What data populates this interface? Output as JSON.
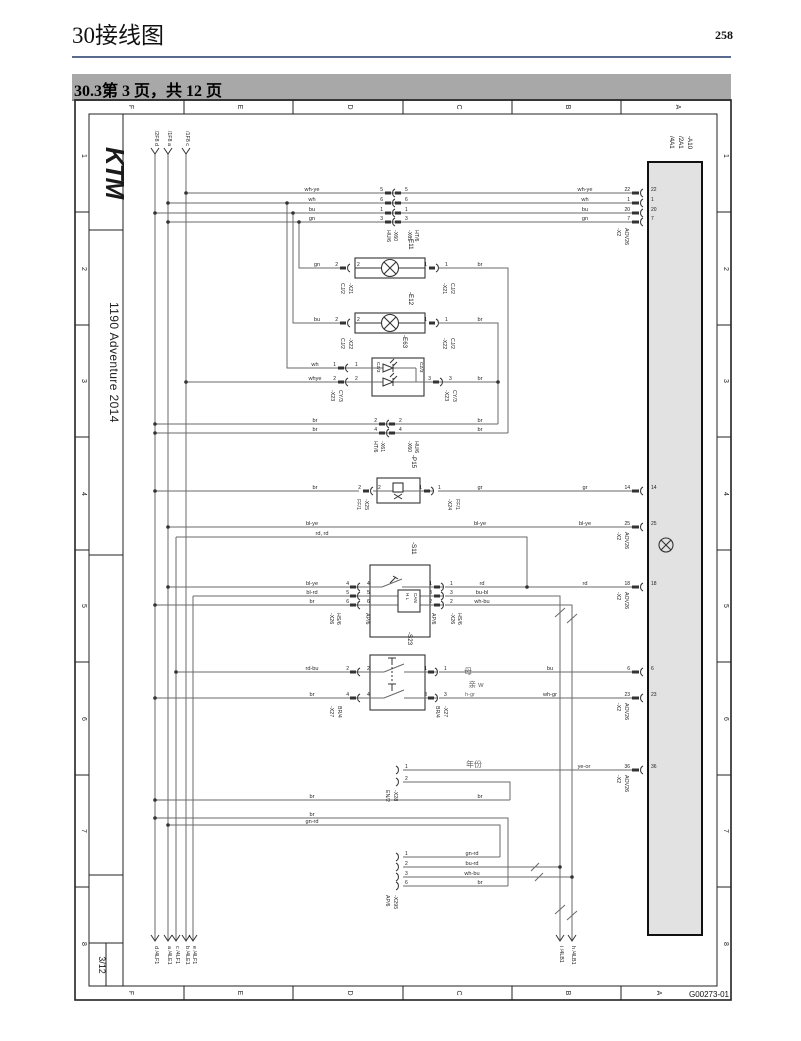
{
  "page": {
    "header": "30接线图",
    "page_no": "258",
    "section": "30.3第 3 页，共 12 页",
    "doc_no": "G00273-01",
    "sheet": "3/12",
    "model": "1190 Adventure 2014",
    "brand": "KTM"
  },
  "grid": {
    "c1": "F",
    "c2": "E",
    "c3": "D",
    "c4": "C",
    "c5": "B",
    "c6": "A",
    "r1": "1",
    "r2": "2",
    "r3": "3",
    "r4": "4",
    "r5": "5",
    "r6": "6",
    "r7": "7",
    "r8": "8"
  },
  "refs": {
    "t1": "/2F8 d",
    "t2": "/1F8 a",
    "t3": "/1F8 c",
    "b1": "d /4LF1",
    "b2": "a /4LE1",
    "b3": "b /4LE1",
    "b4": "c /4LF1",
    "b5": "e /4LF1",
    "b6": "i /4LB1",
    "b7": "h /4LB1"
  },
  "comp": {
    "a10": "-A10",
    "a10r1": "/2A1",
    "a10r2": "/4A1",
    "e11": "-E11",
    "e12": "-E12",
    "e63": "-E63",
    "p15": "-P15",
    "s11": "-S11",
    "s23": "-S23",
    "can1": "H L",
    "can2": "CAN"
  },
  "conn": {
    "x60": "-X60",
    "hu6": "HU/6",
    "x61": "-X61",
    "ht6": "HT/6",
    "x21": "-X21",
    "x22": "-X22",
    "cj2": "CJ/2",
    "x23": "-X23",
    "cy3": "CY/3",
    "cz3": "CZ/3",
    "x24": "-X24",
    "x25": "-X25",
    "ff1": "FF/1",
    "x26": "-X26",
    "hs6": "HS/6",
    "ap6": "AP/6",
    "x27": "-X27",
    "br4": "BR/4",
    "x28": "-X28",
    "en2": "EN/2",
    "x295": "-X295",
    "x2": "-X2",
    "aov26": "AOV26"
  },
  "wire": {
    "wh_ye": "wh-ye",
    "wh": "wh",
    "bu": "bu",
    "gn": "gn",
    "br": "br",
    "gr": "gr",
    "bl_ye": "bl-ye",
    "rd_rd": "rd, rd",
    "rd": "rd",
    "bl_rd": "bl-rd",
    "bu_bl": "bu-bl",
    "wh_bu": "wh-bu",
    "rd_bu": "rd-bu",
    "wh_gr": "wh-gr",
    "h_gr": "h-gr",
    "ye_or": "ye-or",
    "gn_rd": "gn-rd",
    "bu_rd": "bu-rd",
    "whye": "whye",
    "year": "年份",
    "mu": "母",
    "qin": "亲 w"
  },
  "pin": {
    "p1": "1",
    "p2": "2",
    "p3": "3",
    "p4": "4",
    "p5": "5",
    "p6": "6",
    "p7": "7",
    "p14": "14",
    "p18": "18",
    "p20": "20",
    "p22": "22",
    "p23": "23",
    "p25": "25",
    "p36": "36"
  }
}
